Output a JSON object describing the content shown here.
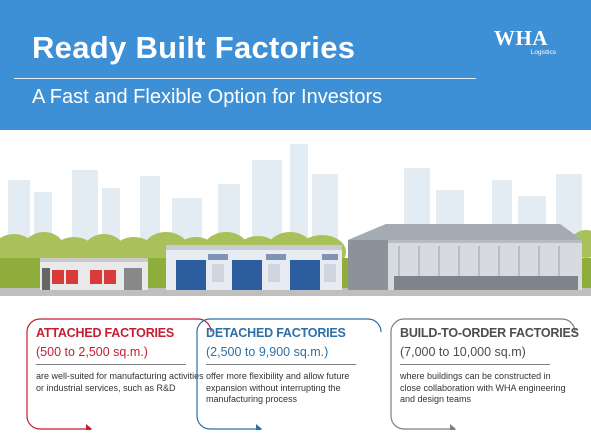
{
  "header": {
    "title": "Ready Built Factories",
    "subtitle": "A Fast and Flexible Option for Investors",
    "background_color": "#3d8fd6"
  },
  "logo": {
    "brand": "WHA",
    "sub": "Logistics"
  },
  "cards": [
    {
      "title": "ATTACHED FACTORIES",
      "range": "(500 to 2,500 sq.m.)",
      "description": "are well-suited for manufacturing activities or industrial services, such as R&D",
      "accent_color": "#c41e32"
    },
    {
      "title": "DETACHED FACTORIES",
      "range": "(2,500 to 9,900 sq.m.)",
      "description": "offer more flexibility and allow future expansion without interrupting the manufacturing process",
      "accent_color": "#2e6fa7"
    },
    {
      "title": "BUILD-TO-ORDER FACTORIES",
      "range": "(7,000 to 10,000 sq.m)",
      "description": "where buildings can be constructed in close collaboration with WHA engineering and design teams",
      "accent_color": "#4d4d4d"
    }
  ],
  "colors": {
    "skyline": "#e3ebf3",
    "grass": "#8fad3a",
    "trees": "#a9c15b",
    "ground": "#bfbfbf"
  }
}
